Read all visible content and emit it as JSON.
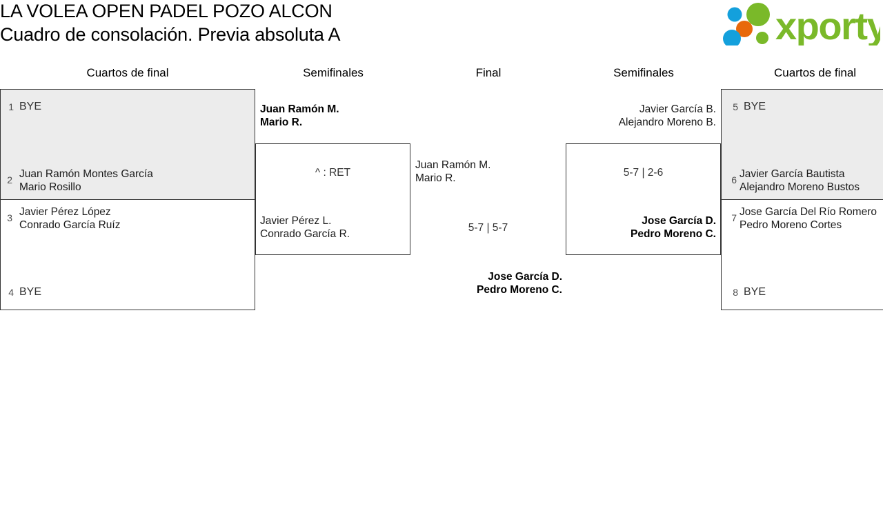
{
  "header": {
    "title_line1": "LA VOLEA OPEN PADEL POZO ALCON",
    "title_line2": "Cuadro de consolación. Previa absoluta A",
    "logo_text": "xporty",
    "logo_colors": {
      "green": "#7ab929",
      "blue": "#14a0dc",
      "orange": "#e8690b"
    }
  },
  "rounds": {
    "left_quarters": "Cuartos de final",
    "left_semis": "Semifinales",
    "final": "Final",
    "right_semis": "Semifinales",
    "right_quarters": "Cuartos de final"
  },
  "left_quarterfinals": [
    {
      "seed_top": "1",
      "top_names": [
        "BYE"
      ],
      "top_is_bye": true,
      "seed_bottom": "2",
      "bottom_names": [
        "Juan Ramón Montes García",
        "Mario Rosillo"
      ],
      "bottom_is_bye": false
    },
    {
      "seed_top": "3",
      "top_names": [
        "Javier Pérez López",
        "Conrado García Ruíz"
      ],
      "top_is_bye": false,
      "seed_bottom": "4",
      "bottom_names": [
        "BYE"
      ],
      "bottom_is_bye": true
    }
  ],
  "right_quarterfinals": [
    {
      "seed_top": "5",
      "top_names": [
        "BYE"
      ],
      "top_is_bye": true,
      "seed_bottom": "6",
      "bottom_names": [
        "Javier García Bautista",
        "Alejandro Moreno Bustos"
      ],
      "bottom_is_bye": false
    },
    {
      "seed_top": "7",
      "top_names": [
        "Jose García Del Río Romero",
        "Pedro Moreno Cortes"
      ],
      "top_is_bye": false,
      "seed_bottom": "8",
      "bottom_names": [
        "BYE"
      ],
      "bottom_is_bye": true
    }
  ],
  "left_semifinal": {
    "top_names": [
      "Juan Ramón M.",
      "Mario R."
    ],
    "bottom_names": [
      "Javier Pérez L.",
      "Conrado García R."
    ],
    "score": "^ : RET",
    "winner": "top"
  },
  "right_semifinal": {
    "top_names": [
      "Javier García B.",
      "Alejandro Moreno B."
    ],
    "bottom_names": [
      "Jose García D.",
      "Pedro Moreno C."
    ],
    "score": "5-7 | 2-6",
    "winner": "bottom"
  },
  "final": {
    "top_names": [
      "Juan Ramón M.",
      "Mario R."
    ],
    "bottom_names": [
      "Jose García D.",
      "Pedro Moreno C."
    ],
    "score": "5-7 | 5-7",
    "winner": "bottom"
  }
}
